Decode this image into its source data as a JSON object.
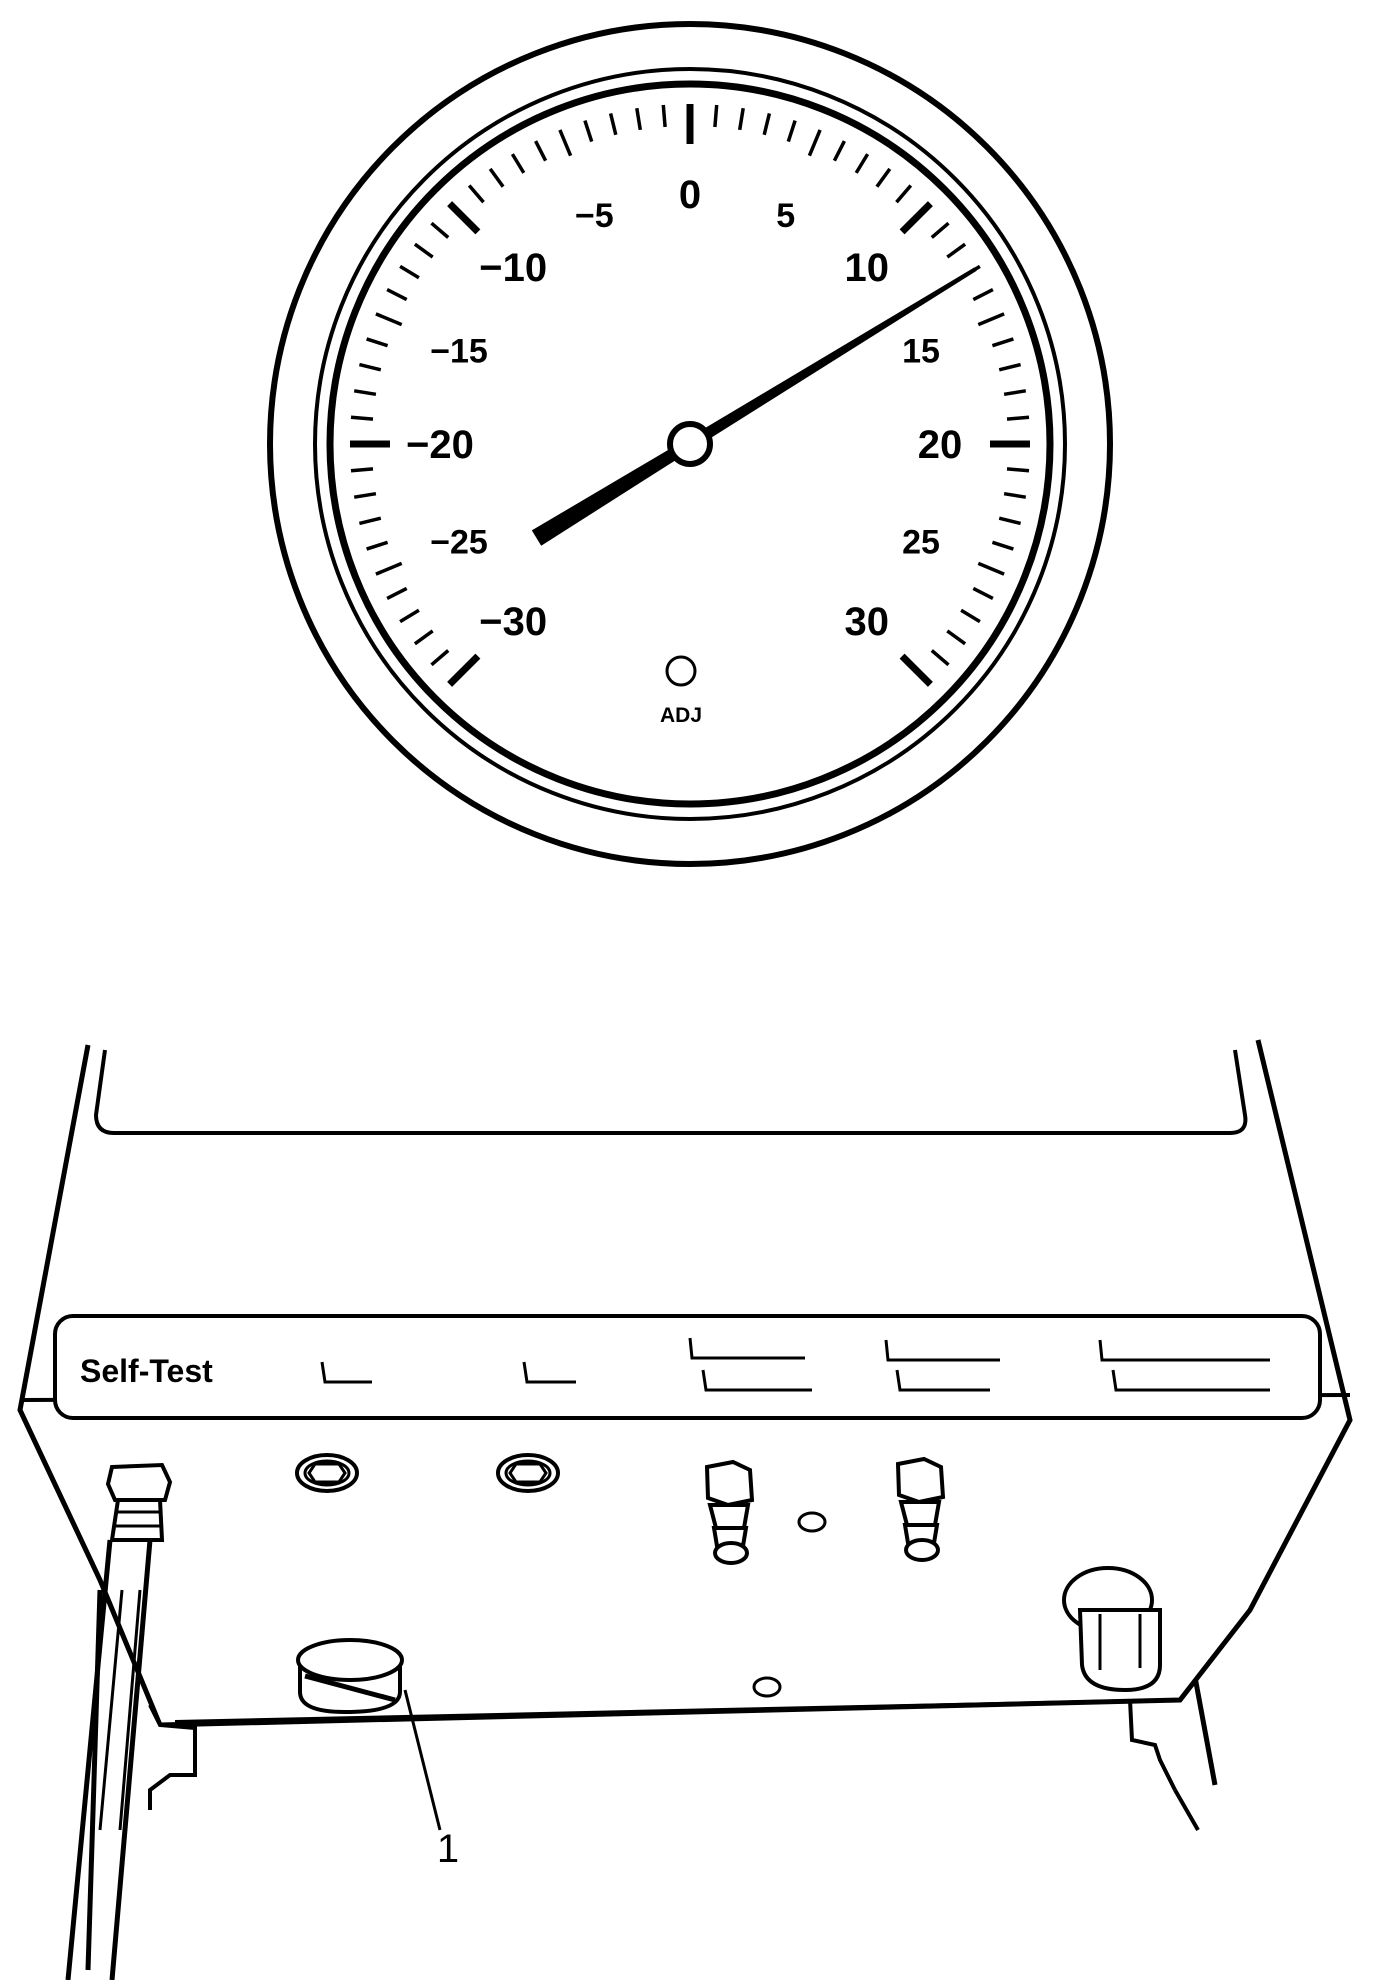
{
  "gauge": {
    "scale_labels": [
      "-30",
      "-25",
      "-20",
      "-15",
      "-10",
      "-5",
      "0",
      "5",
      "10",
      "15",
      "20",
      "25",
      "30"
    ],
    "scale_min": -30,
    "scale_max": 30,
    "needle_value": 13,
    "adjust_label": "ADJ"
  },
  "tester": {
    "self_test_label": "Self-Test"
  },
  "callouts": [
    "1"
  ],
  "colors": {
    "ink": "#000000",
    "paper": "#ffffff"
  }
}
